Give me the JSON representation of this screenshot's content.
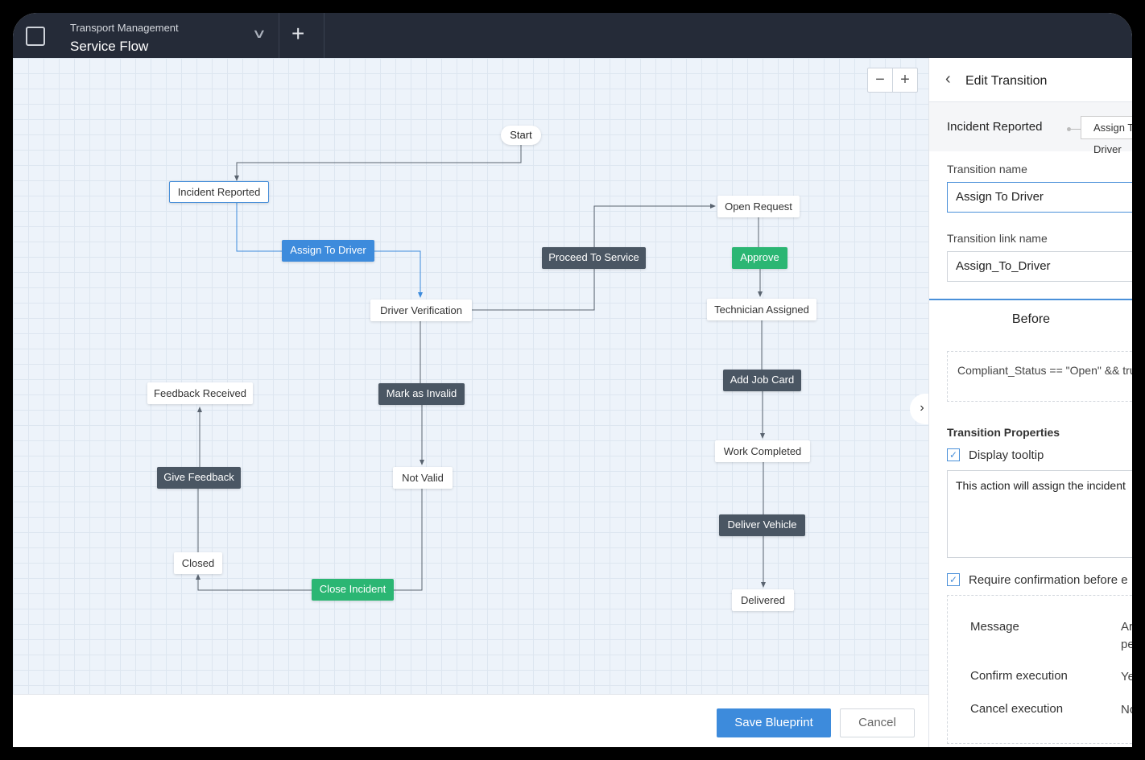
{
  "topbar": {
    "app_name": "Transport Management",
    "title": "Service Flow",
    "icon": "blueprint-icon"
  },
  "canvas": {
    "zoom_out": "−",
    "zoom_in": "+",
    "collapse": "›",
    "start": "Start",
    "states": {
      "incident_reported": "Incident Reported",
      "driver_verification": "Driver Verification",
      "open_request": "Open Request",
      "technician_assigned": "Technician Assigned",
      "work_completed": "Work Completed",
      "delivered": "Delivered",
      "not_valid": "Not Valid",
      "closed": "Closed",
      "feedback_received": "Feedback Received"
    },
    "transitions": {
      "assign_to_driver": "Assign To Driver",
      "proceed_to_service": "Proceed To Service",
      "approve": "Approve",
      "add_job_card": "Add Job Card",
      "deliver_vehicle": "Deliver Vehicle",
      "mark_as_invalid": "Mark as Invalid",
      "close_incident": "Close Incident",
      "give_feedback": "Give Feedback"
    }
  },
  "footer": {
    "save": "Save Blueprint",
    "cancel": "Cancel"
  },
  "panel": {
    "title": "Edit Transition",
    "from_state": "Incident Reported",
    "transition_chip": "Assign To Driver",
    "name_label": "Transition name",
    "name_value": "Assign To Driver",
    "link_label": "Transition link name",
    "link_value": "Assign_To_Driver",
    "before_label": "Before",
    "condition": "Compliant_Status == \"Open\" && true",
    "properties_label": "Transition Properties",
    "display_tooltip": "Display tooltip",
    "display_tooltip_checked": true,
    "tooltip_text": "This action will assign the incident",
    "require_confirmation": "Require confirmation before e",
    "require_confirmation_checked": true,
    "message_label": "Message",
    "message_value": "Ar\npe",
    "confirm_label": "Confirm execution",
    "confirm_value": "Ye",
    "cancel_label": "Cancel execution",
    "cancel_value": "No"
  },
  "colors": {
    "topbar": "#252b38",
    "primary": "#3d8bdc",
    "transition": "#4a5663",
    "success": "#2bb673"
  }
}
